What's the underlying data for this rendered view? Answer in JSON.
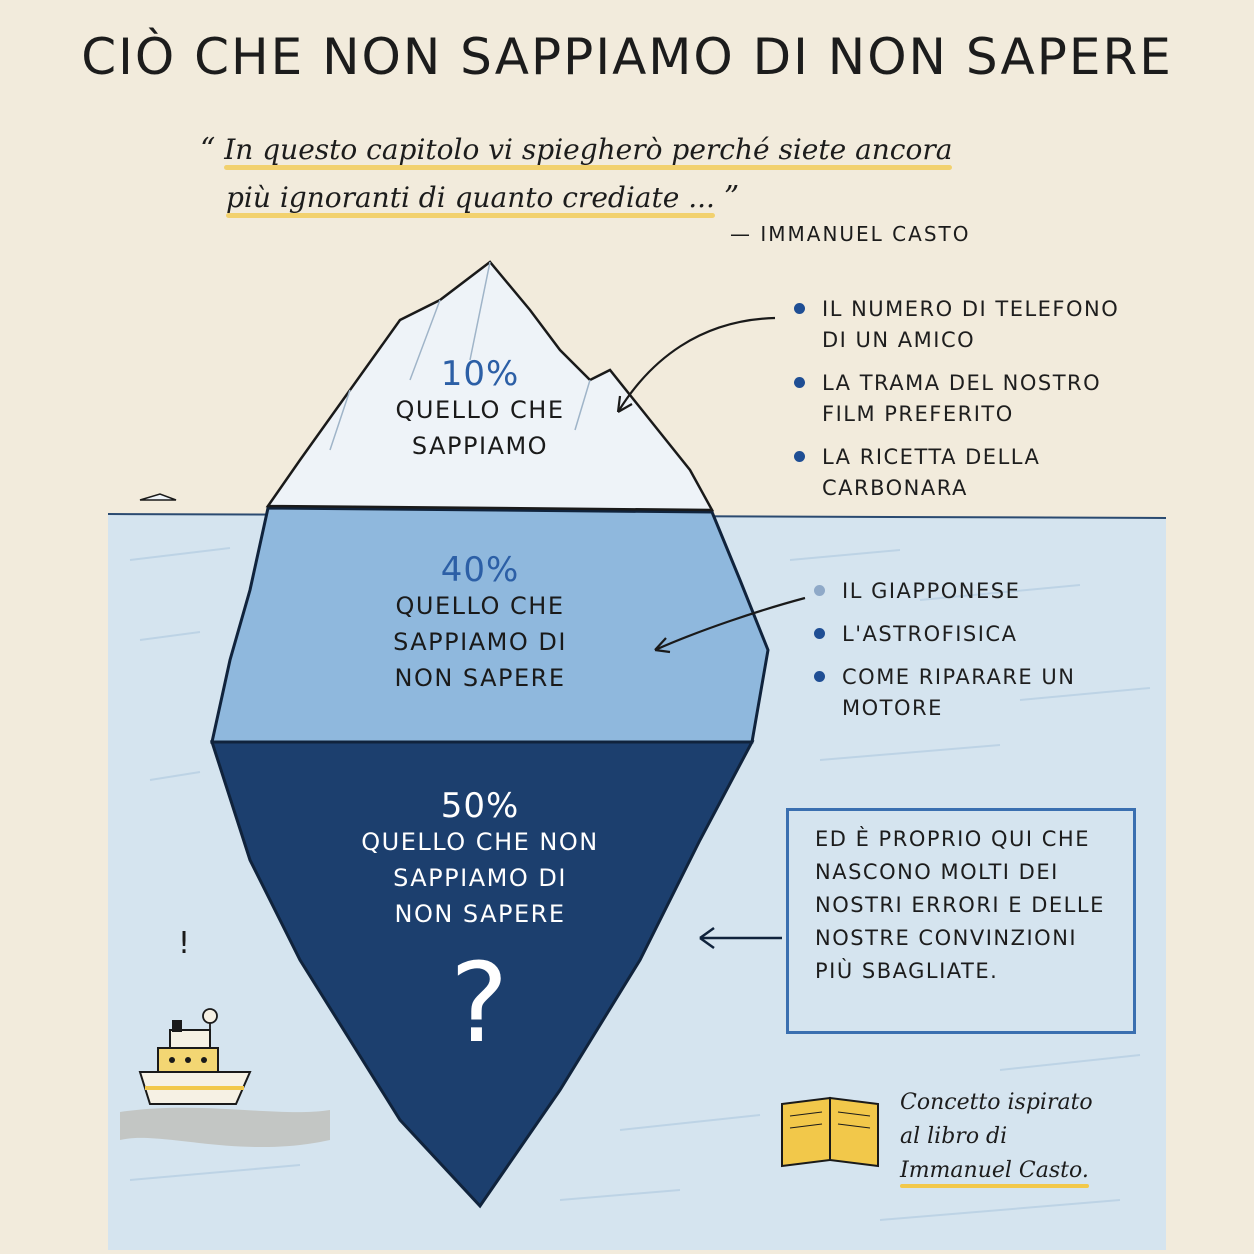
{
  "title": "CIÒ CHE NON SAPPIAMO DI NON SAPERE",
  "quote": {
    "open_mark": "“",
    "line1": "In questo capitolo vi spiegherò perché siete ancora",
    "line2": "più ignoranti di quanto crediate ...",
    "close_mark": "”",
    "author": "— IMMANUEL CASTO"
  },
  "iceberg": {
    "top": {
      "percent": "10%",
      "label_lines": [
        "QUELLO CHE",
        "SAPPIAMO"
      ]
    },
    "middle": {
      "percent": "40%",
      "label_lines": [
        "QUELLO CHE",
        "SAPPIAMO DI",
        "NON SAPERE"
      ]
    },
    "bottom": {
      "percent": "50%",
      "label_lines": [
        "QUELLO CHE NON",
        "SAPPIAMO DI",
        "NON SAPERE"
      ],
      "symbol": "?"
    }
  },
  "lists": {
    "known": [
      "IL NUMERO DI TELEFONO DI UN AMICO",
      "LA TRAMA DEL NOSTRO FILM PREFERITO",
      "LA RICETTA DELLA CARBONARA"
    ],
    "known_unknown": [
      "IL GIAPPONESE",
      "L'ASTROFISICA",
      "COME RIPARARE UN MOTORE"
    ]
  },
  "note": "ED È PROPRIO QUI CHE NASCONO MOLTI DEI NOSTRI ERRORI E DELLE NOSTRE CONVINZIONI PIÙ SBAGLIATE.",
  "book_note": {
    "line1": "Concetto ispirato",
    "line2": "al libro di",
    "line3": "Immanuel Casto."
  },
  "boat": {
    "exclamation": "!"
  },
  "colors": {
    "background": "#f2ebdc",
    "sea": "#cfe0ee",
    "iceberg_top": "#eef3f8",
    "iceberg_middle": "#8fb8dd",
    "iceberg_bottom": "#1c3f6e",
    "accent_blue": "#1f4e94",
    "highlight_yellow": "#f2c84a"
  }
}
